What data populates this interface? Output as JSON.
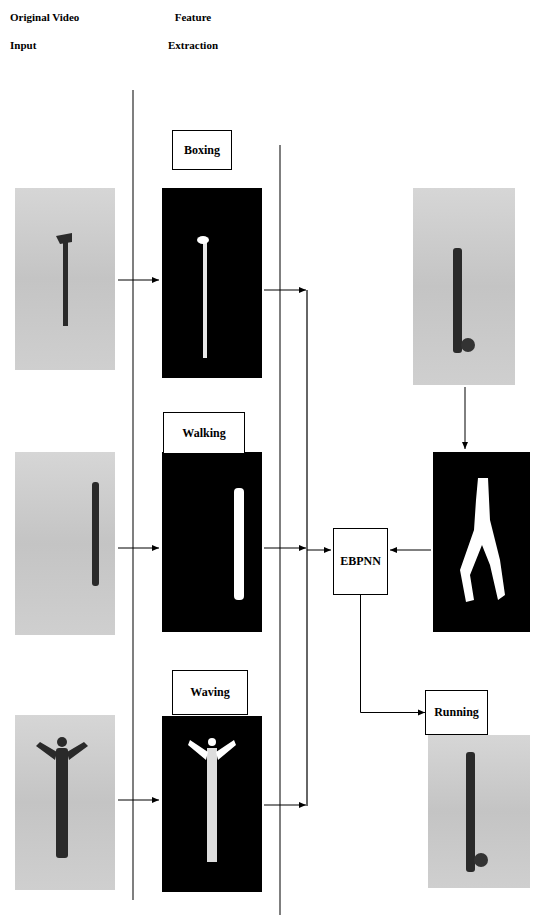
{
  "diagram": {
    "nodes": [
      {
        "text": [
          "Boxing"
        ]
      },
      {
        "text": [
          "Walking"
        ]
      },
      {
        "text": [
          "Waving"
        ]
      },
      {
        "text": [
          "EBPNN"
        ]
      },
      {
        "text": [
          "Running"
        ]
      }
    ],
    "edges": [
      {
        "from": 3,
        "to": 4,
        "arrow": "to"
      }
    ],
    "labels": [
      "Original Video Input",
      "Feature Extraction"
    ]
  }
}
